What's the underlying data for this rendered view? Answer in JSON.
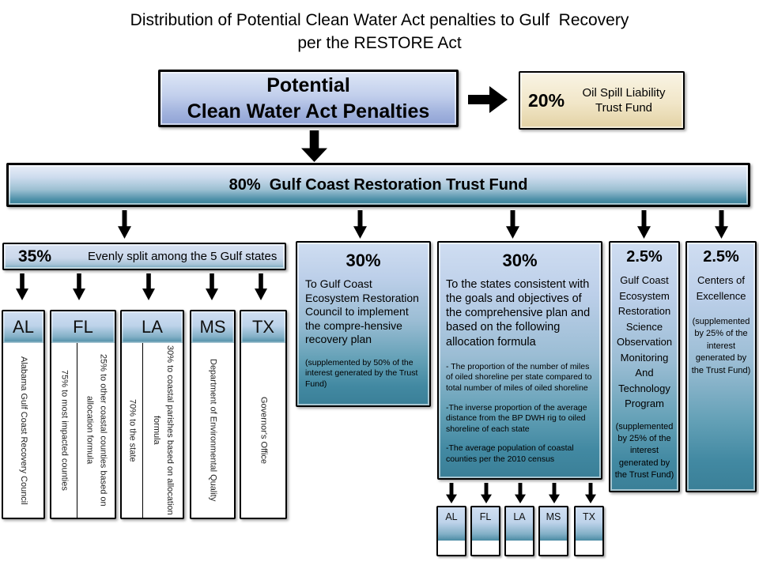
{
  "title": {
    "line1": "Distribution of Potential Clean Water Act penalties to Gulf  Recovery",
    "line2": "per the RESTORE Act"
  },
  "potential_box": {
    "line1": "Potential",
    "line2": "Clean Water Act Penalties"
  },
  "oil_spill_box": {
    "percent": "20%",
    "label": "Oil Spill Liability Trust Fund"
  },
  "trust_fund_box": {
    "label": "80%  Gulf Coast Restoration Trust Fund"
  },
  "split_35": {
    "percent": "35%",
    "label": "Evenly split among the 5 Gulf states"
  },
  "states_35": [
    {
      "abbr": "AL",
      "columns": [
        "Alabama Gulf Coast Recovery Council"
      ]
    },
    {
      "abbr": "FL",
      "columns": [
        "75% to most impacted counties",
        "25% to other coastal counties based on allocation formula"
      ]
    },
    {
      "abbr": "LA",
      "columns": [
        "70% to the state",
        "30% to coastal parishes based on allocation formula"
      ]
    },
    {
      "abbr": "MS",
      "columns": [
        "Department of Environmental Quality"
      ]
    },
    {
      "abbr": "TX",
      "columns": [
        "Governor's Office"
      ]
    }
  ],
  "council_30": {
    "percent": "30%",
    "body": "To Gulf Coast Ecosystem Restoration Council to implement the compre-hensive recovery plan",
    "note": "(supplemented by 50% of the interest generated by the Trust Fund)"
  },
  "states_30": {
    "percent": "30%",
    "body": "To the states consistent with the goals and objectives of the comprehensive plan and based on the following allocation formula",
    "bullets": [
      "- The proportion of the number of miles of oiled shoreline per state compared to total number of miles of oiled shoreline",
      "-The inverse proportion of the average distance from the BP DWH rig to oiled shoreline of each state",
      "-The average population of coastal counties per the 2010 census"
    ]
  },
  "science_25": {
    "percent": "2.5%",
    "body": "Gulf Coast Ecosystem Restoration Science Observation Monitoring And Technology Program",
    "note": "(supplemented by 25% of the interest generated by the Trust Fund)"
  },
  "centers_25": {
    "percent": "2.5%",
    "body": "Centers of Excellence",
    "note": "(supplemented by 25% of the interest generated by the Trust Fund)"
  },
  "bottom_states": [
    "AL",
    "FL",
    "LA",
    "MS",
    "TX"
  ],
  "colors": {
    "light_blue": "#cfddf1",
    "teal": "#3e86a0",
    "blue_bottom": "#8fa2d4",
    "tan": "#f1e6c8",
    "arrow_black": "#000000"
  }
}
